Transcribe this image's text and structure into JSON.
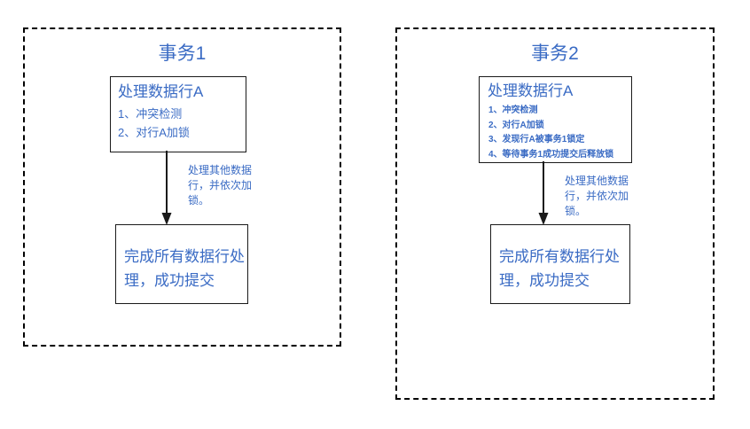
{
  "diagram": {
    "type": "flowchart",
    "title": "",
    "accent_color": "#3A6BC4",
    "line_color": "#1a1a1a",
    "background": "#ffffff",
    "panels": [
      {
        "id": "tx1",
        "title": "事务1",
        "step_box": {
          "heading": "处理数据行A",
          "steps": [
            "1、冲突检测",
            "2、对行A加锁"
          ]
        },
        "arrow": {
          "label": "处理其他数据行，并依次加锁。",
          "direction": "down",
          "head": "solid-triangle"
        },
        "commit_box": {
          "text": "完成所有数据行处理，成功提交"
        }
      },
      {
        "id": "tx2",
        "title": "事务2",
        "step_box": {
          "heading": "处理数据行A",
          "steps": [
            "1、冲突检测",
            "2、对行A加锁",
            "3、发现行A被事务1锁定",
            "4、等待事务1成功提交后释放锁"
          ]
        },
        "arrow": {
          "label": "处理其他数据行，并依次加锁。",
          "direction": "down",
          "head": "solid-triangle"
        },
        "commit_box": {
          "text": "完成所有数据行处理，成功提交"
        }
      }
    ]
  }
}
